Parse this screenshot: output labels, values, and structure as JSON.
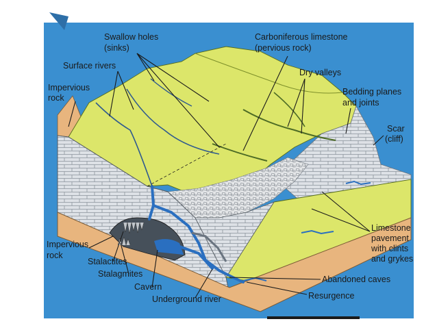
{
  "labels": {
    "swallow_holes_1": "Swallow holes",
    "swallow_holes_2": "(sinks)",
    "carboniferous_1": "Carboniferous limestone",
    "carboniferous_2": "(pervious rock)",
    "surface_rivers": "Surface rivers",
    "impervious_top_1": "Impervious",
    "impervious_top_2": "rock",
    "dry_valleys": "Dry valleys",
    "bedding_1": "Bedding planes",
    "bedding_2": "and joints",
    "scar_1": "Scar",
    "scar_2": "(cliff)",
    "pavement_1": "Limestone",
    "pavement_2": "pavement",
    "pavement_3": "with clints",
    "pavement_4": "and grykes",
    "impervious_bottom_1": "Impervious",
    "impervious_bottom_2": "rock",
    "stalactites": "Stalactites",
    "stalagmites": "Stalagmites",
    "cavern": "Cavern",
    "underground_river": "Underground river",
    "abandoned_caves": "Abandoned caves",
    "resurgence": "Resurgence"
  },
  "colors": {
    "background": "#3a8fd0",
    "grass": "#dce66a",
    "limestone": "#d9dde2",
    "impervious": "#e8b57e",
    "water": "#2a6fc0"
  }
}
